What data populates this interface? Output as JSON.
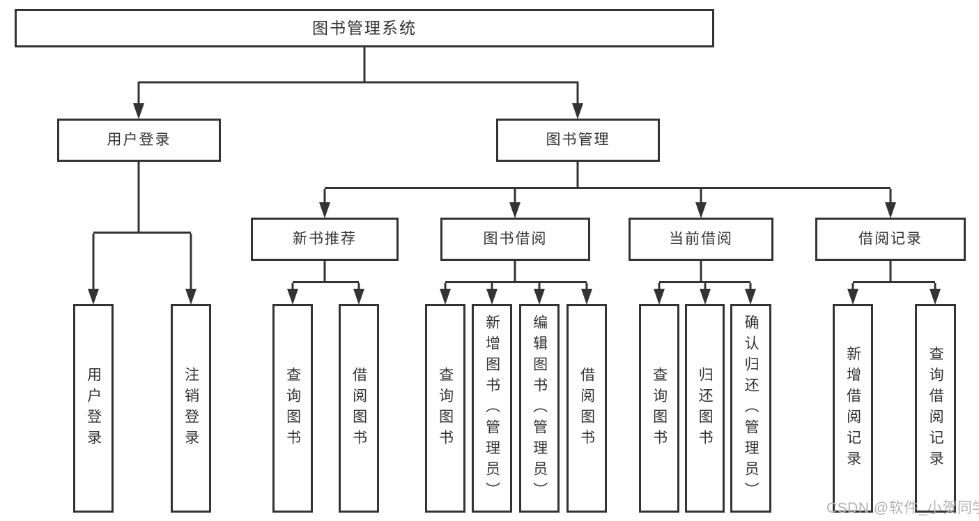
{
  "diagram": {
    "tree": {
      "root": {
        "label": "图书管理系统"
      },
      "branches": [
        {
          "label": "用户登录",
          "children": [
            "用户登录",
            "注销登录"
          ]
        },
        {
          "label": "图书管理",
          "children": [
            {
              "label": "新书推荐",
              "children": [
                "查询图书",
                "借阅图书"
              ]
            },
            {
              "label": "图书借阅",
              "children": [
                "查询图书",
                "新增图书（管理员）",
                "编辑图书（管理员）",
                "借阅图书"
              ]
            },
            {
              "label": "当前借阅",
              "children": [
                "查询图书",
                "归还图书",
                "确认归还（管理员）"
              ]
            },
            {
              "label": "借阅记录",
              "children": [
                "新增借阅记录",
                "查询借阅记录"
              ]
            }
          ]
        }
      ]
    },
    "line_color": "#333333"
  },
  "watermark": "CSDN @软件_小贺同学"
}
